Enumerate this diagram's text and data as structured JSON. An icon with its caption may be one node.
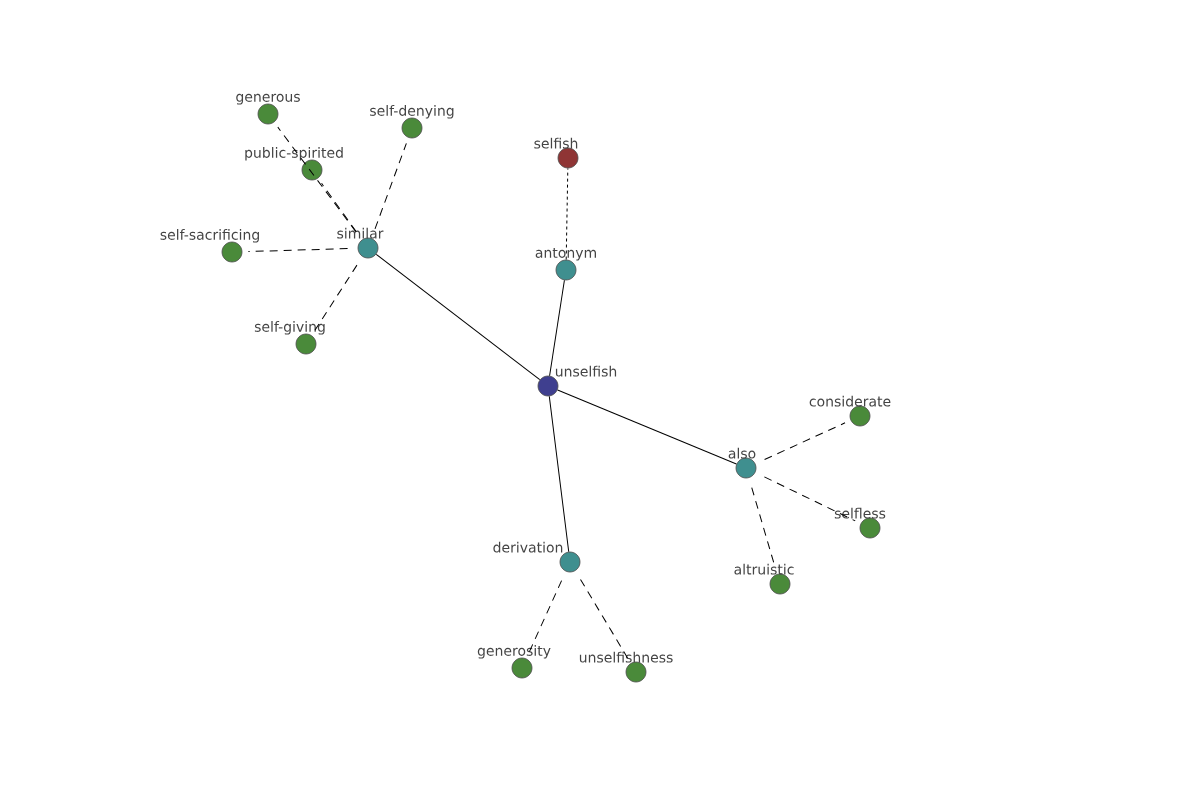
{
  "diagram": {
    "nodes": [
      {
        "text": [
          "generous"
        ]
      },
      {
        "text": [
          "self-denying"
        ]
      },
      {
        "text": [
          "public-spirited"
        ]
      },
      {
        "text": [
          "selfish"
        ]
      },
      {
        "text": [
          "self-sacrificing"
        ]
      },
      {
        "text": [
          "similar"
        ]
      },
      {
        "text": [
          "antonym"
        ]
      },
      {
        "text": [
          "self-giving"
        ]
      },
      {
        "text": [
          "unselfish"
        ]
      },
      {
        "text": [
          "considerate"
        ]
      },
      {
        "text": [
          "also"
        ]
      },
      {
        "text": [
          "selfless"
        ]
      },
      {
        "text": [
          "derivation"
        ]
      },
      {
        "text": [
          "altruistic"
        ]
      },
      {
        "text": [
          "generosity"
        ]
      },
      {
        "text": [
          "unselfishness"
        ]
      }
    ],
    "edges": [
      {
        "from": 8,
        "to": 5,
        "arrow": "none"
      },
      {
        "from": 8,
        "to": 6,
        "arrow": "none"
      },
      {
        "from": 8,
        "to": 10,
        "arrow": "none"
      },
      {
        "from": 8,
        "to": 12,
        "arrow": "none"
      },
      {
        "from": 6,
        "to": 3,
        "arrow": "none",
        "style": "dashed"
      },
      {
        "from": 5,
        "to": 0,
        "arrow": "none",
        "style": "dashed"
      },
      {
        "from": 5,
        "to": 1,
        "arrow": "none",
        "style": "dashed"
      },
      {
        "from": 5,
        "to": 2,
        "arrow": "none",
        "style": "dashed"
      },
      {
        "from": 5,
        "to": 4,
        "arrow": "none",
        "style": "dashed"
      },
      {
        "from": 5,
        "to": 7,
        "arrow": "none",
        "style": "dashed"
      },
      {
        "from": 10,
        "to": 9,
        "arrow": "none",
        "style": "dashed"
      },
      {
        "from": 10,
        "to": 11,
        "arrow": "none",
        "style": "dashed"
      },
      {
        "from": 10,
        "to": 13,
        "arrow": "none",
        "style": "dashed"
      },
      {
        "from": 12,
        "to": 14,
        "arrow": "none",
        "style": "dashed"
      },
      {
        "from": 12,
        "to": 15,
        "arrow": "none",
        "style": "dashed"
      }
    ]
  }
}
